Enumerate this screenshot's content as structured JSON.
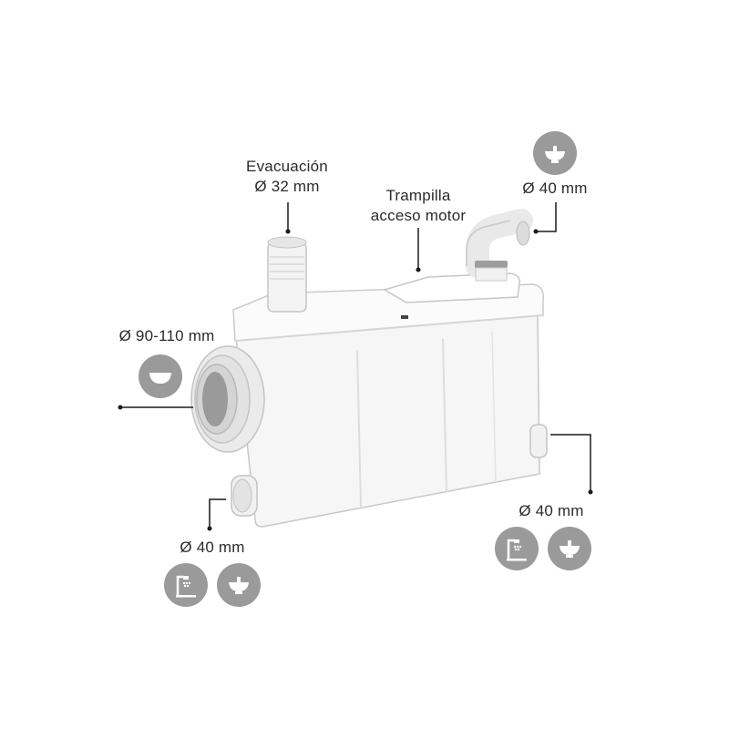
{
  "colors": {
    "icon_bg": "#9a9a9a",
    "icon_fg": "#ffffff",
    "leader_line": "#1a1a1a",
    "text": "#2b2b2b",
    "body_fill": "#f7f7f7",
    "body_stroke": "#c9c9c9"
  },
  "callouts": {
    "evacuation": {
      "line1": "Evacuación",
      "line2": "Ø 32 mm"
    },
    "motor_hatch": {
      "line1": "Trampilla",
      "line2": "acceso motor"
    },
    "top_right_inlet": {
      "size": "Ø 40 mm",
      "icons": [
        "washbasin-icon"
      ]
    },
    "toilet_inlet": {
      "size": "Ø 90-110 mm",
      "icons": [
        "toilet-icon"
      ]
    },
    "bottom_left_inlet": {
      "size": "Ø 40 mm",
      "icons": [
        "shower-icon",
        "washbasin-icon"
      ]
    },
    "bottom_right_inlet": {
      "size": "Ø 40 mm",
      "icons": [
        "shower-icon",
        "washbasin-icon"
      ]
    }
  }
}
